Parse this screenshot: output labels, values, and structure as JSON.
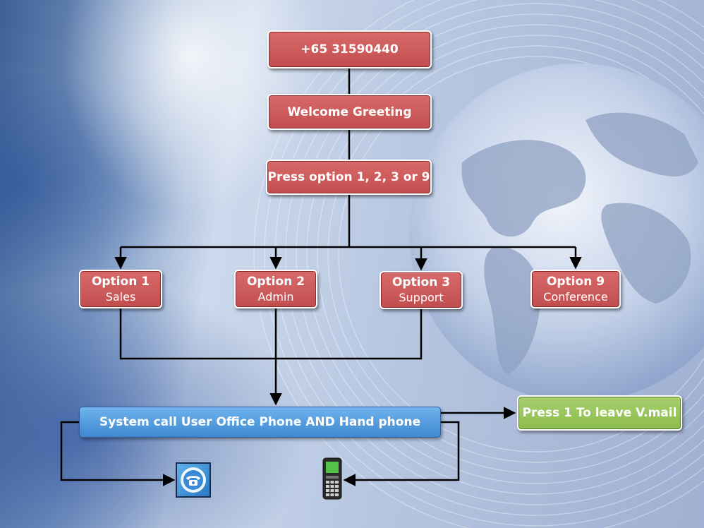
{
  "nodes": {
    "phone_number": "+65  31590440",
    "welcome": "Welcome Greeting",
    "press_option": "Press option 1, 2, 3 or 9",
    "options": [
      {
        "title": "Option 1",
        "subtitle": "Sales"
      },
      {
        "title": "Option 2",
        "subtitle": "Admin"
      },
      {
        "title": "Option 3",
        "subtitle": "Support"
      },
      {
        "title": "Option 9",
        "subtitle": "Conference"
      }
    ],
    "system_call": "System call User Office Phone AND Hand phone",
    "voicemail": "Press 1 To leave V.mail"
  },
  "icons": {
    "office_phone": "office-phone-icon",
    "hand_phone": "hand-phone-icon"
  },
  "colors": {
    "node_red": "#c85656",
    "node_blue": "#4f97dc",
    "node_green": "#96c35a",
    "connector": "#000000"
  }
}
